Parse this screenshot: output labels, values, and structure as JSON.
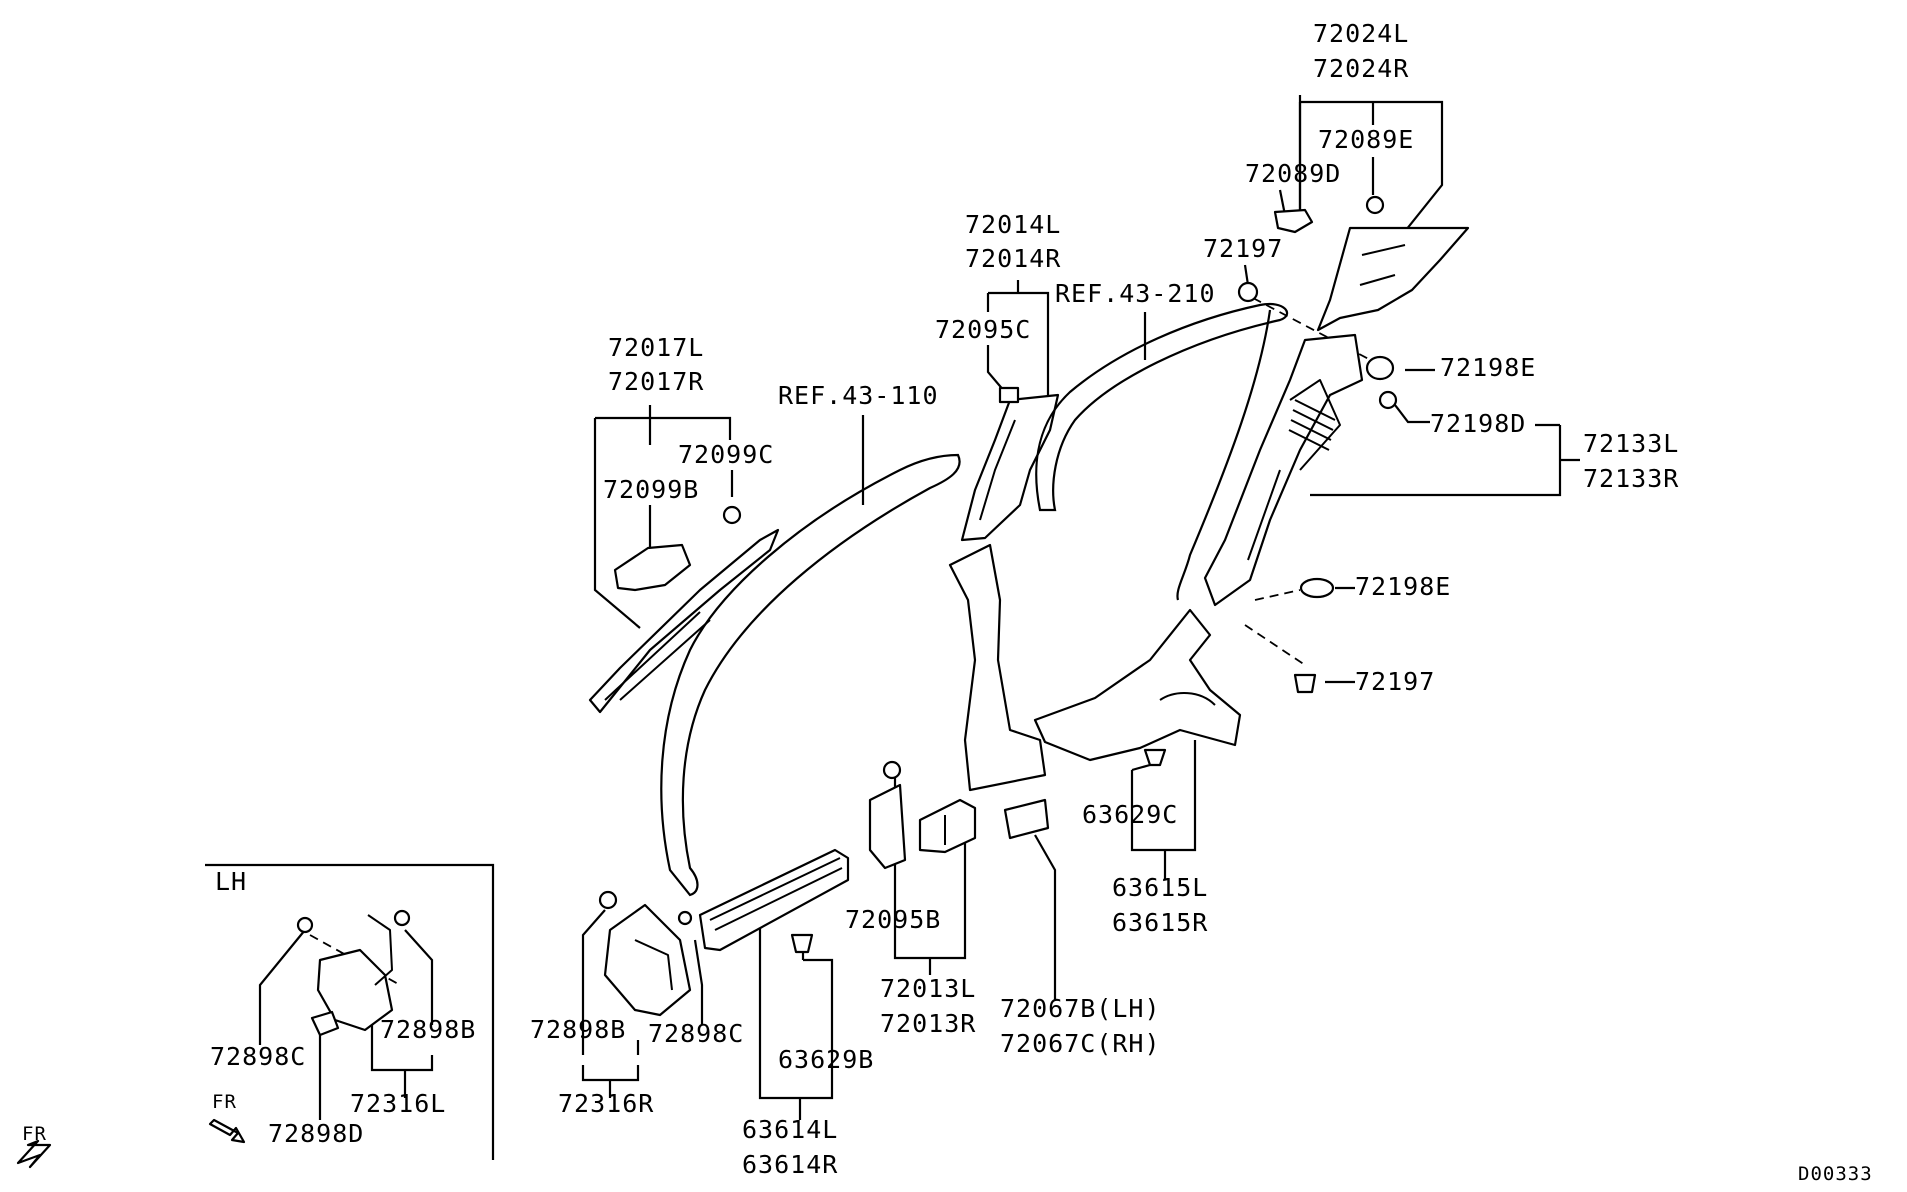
{
  "diagram": {
    "inset_title": "LH",
    "front_marker": "FR",
    "inset_front_marker": "FR",
    "drawing_code": "D00333",
    "labels": {
      "p72024L": "72024L",
      "p72024R": "72024R",
      "p72089E": "72089E",
      "p72089D": "72089D",
      "p72197_top": "72197",
      "ref43_210": "REF.43-210",
      "p72198E_top": "72198E",
      "p72198D": "72198D",
      "p72133L": "72133L",
      "p72133R": "72133R",
      "p72014L": "72014L",
      "p72014R": "72014R",
      "p72095C": "72095C",
      "p72017L": "72017L",
      "p72017R": "72017R",
      "ref43_110": "REF.43-110",
      "p72099C": "72099C",
      "p72099B": "72099B",
      "p72198E_mid": "72198E",
      "p72197_mid": "72197",
      "p63629C": "63629C",
      "p63615L": "63615L",
      "p63615R": "63615R",
      "p72095B": "72095B",
      "p72013L": "72013L",
      "p72013R": "72013R",
      "p72067B": "72067B(LH)",
      "p72067C": "72067C(RH)",
      "p63629B": "63629B",
      "p63614L": "63614L",
      "p63614R": "63614R",
      "p72898B_main": "72898B",
      "p72898C_main": "72898C",
      "p72316R": "72316R",
      "p72898C_inset": "72898C",
      "p72898B_inset": "72898B",
      "p72316L": "72316L",
      "p72898D": "72898D"
    }
  }
}
